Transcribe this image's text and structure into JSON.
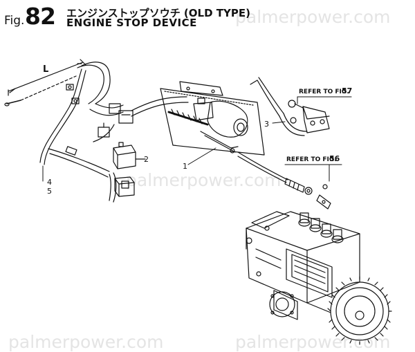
{
  "header": {
    "fig_prefix": "Fig.",
    "fig_number": "82",
    "title_jp": "エンジンストップソウチ (OLD TYPE)",
    "title_en": "ENGINE STOP DEVICE"
  },
  "watermarks": [
    "palmerpower.com",
    "palmerpower.com",
    "palmerpower.com",
    "palmerpower.com"
  ],
  "dimension_label": "L",
  "callouts": {
    "part_1": "1",
    "part_2": "2",
    "part_3": "3",
    "part_4": "4",
    "part_5": "5"
  },
  "references": {
    "ref_57_text": "REFER TO FIG.",
    "ref_57_num": "57",
    "ref_56_text": "REFER TO FIG.",
    "ref_56_num": "56"
  }
}
